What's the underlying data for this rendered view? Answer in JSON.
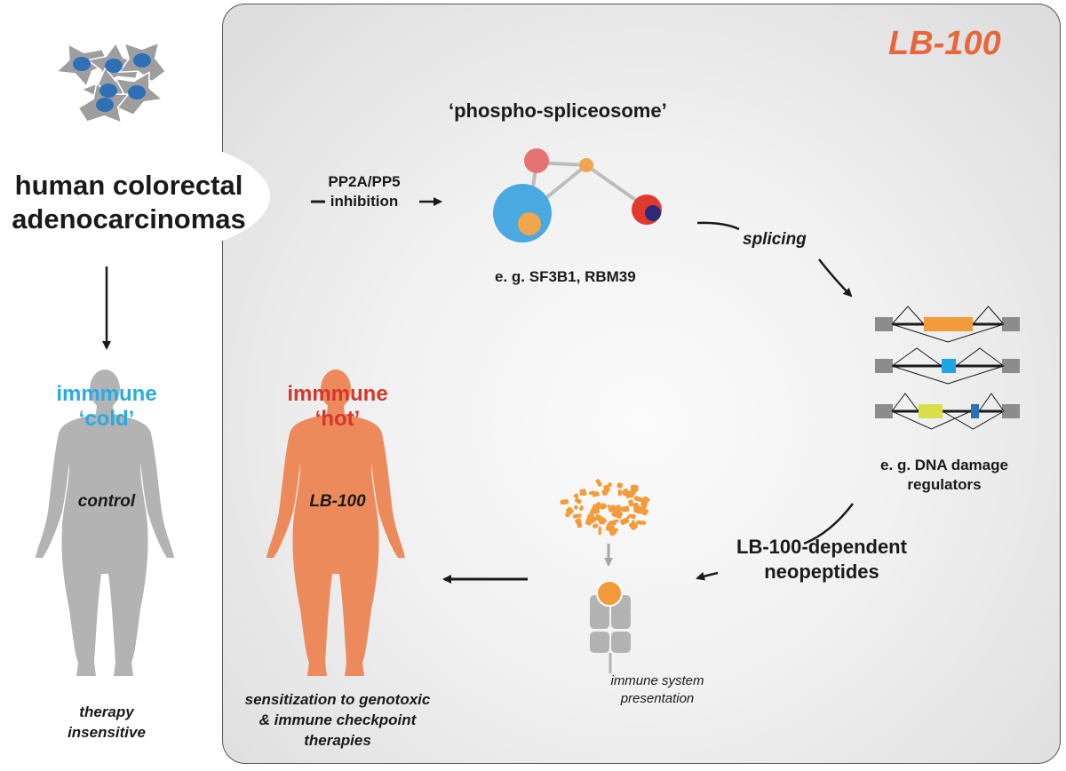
{
  "header": {
    "drug_title": "LB-100",
    "drug_title_color": "#e8663d"
  },
  "left": {
    "tumor_label_line1": "human colorectal",
    "tumor_label_line2": "adenocarcinomas",
    "cold_line1": "immmune",
    "cold_line2": "‘cold’",
    "cold_color": "#29abe2",
    "body_label": "control",
    "footer_line1": "therapy",
    "footer_line2": "insensitive"
  },
  "pathway": {
    "inhibition_line1": "PP2A/PP5",
    "inhibition_line2": "inhibition",
    "spliceosome_title": "‘phospho-spliceosome’",
    "spliceosome_example": "e. g. SF3B1, RBM39",
    "splicing_label": "splicing",
    "regulators_line1": "e. g. DNA damage",
    "regulators_line2": "regulators",
    "neopeptides_line1": "LB-100-dependent",
    "neopeptides_line2": "neopeptides",
    "presentation_line1": "immune system",
    "presentation_line2": "presentation"
  },
  "right_outcome": {
    "hot_line1": "immmune",
    "hot_line2": "‘hot’",
    "hot_color": "#d7362b",
    "body_label": "LB-100",
    "footer_line1": "sensitization to genotoxic",
    "footer_line2": "& immune checkpoint",
    "footer_line3": "therapies"
  },
  "colors": {
    "body_grey": "#b3b3b3",
    "body_orange": "#ec8a5c",
    "node_blue": "#49a9e0",
    "node_pink": "#e57373",
    "node_orange": "#f0a64b",
    "node_red": "#e2392d",
    "node_navy": "#2b2a78",
    "exon_grey": "#8c8c8c",
    "exon_orange": "#f39a3a",
    "exon_cyan": "#1ea6e3",
    "exon_yellow": "#d8df4a",
    "exon_blue": "#2f6fb5",
    "peptide_orange": "#f39a3a"
  }
}
